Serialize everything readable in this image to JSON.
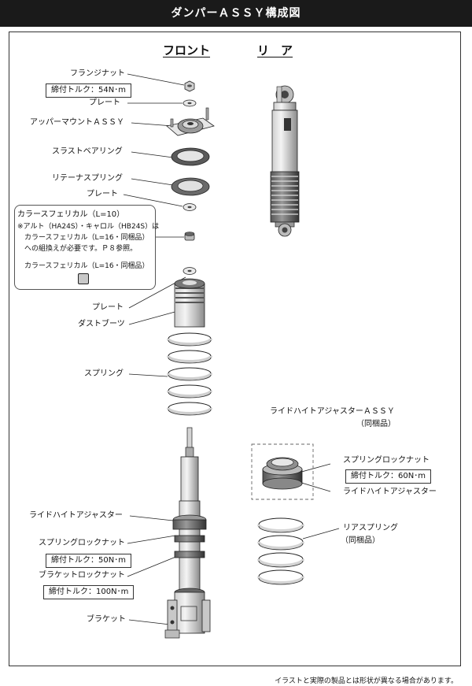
{
  "title": "ダンパーＡＳＳＹ構成図",
  "headings": {
    "front": "フロント",
    "rear": "リ　ア"
  },
  "front_labels": {
    "flange_nut": "フランジナット",
    "flange_nut_torque": "締付トルク：54N･m",
    "plate1": "プレート",
    "upper_mount": "アッパーマウントＡＳＳＹ",
    "thrust_bearing": "スラストベアリング",
    "retainer_spring": "リテーナスプリング",
    "plate2": "プレート",
    "plate3": "プレート",
    "dust_boots": "ダストブーツ",
    "spring": "スプリング",
    "ride_height_adjuster": "ライドハイトアジャスター",
    "spring_lock_nut": "スプリングロックナット",
    "spring_lock_nut_torque": "締付トルク：50N･m",
    "bracket_lock_nut": "ブラケットロックナット",
    "bracket_lock_nut_torque": "締付トルク：100N･m",
    "bracket": "ブラケット"
  },
  "note": {
    "line1": "カラースフェリカル（L=10）",
    "line2": "※アルト（HA24S）・キャロル（HB24S）は",
    "line3": "カラースフェリカル（L=16・同梱品）",
    "line4": "への組換えが必要です。Ｐ８参照。",
    "line5": "カラースフェリカル（L=16・同梱品）"
  },
  "rear_labels": {
    "rh_adjuster_assy": "ライドハイトアジャスターＡＳＳＹ",
    "included1": "（同梱品）",
    "spring_lock_nut": "スプリングロックナット",
    "spring_lock_nut_torque": "締付トルク：60N･m",
    "ride_height_adjuster": "ライドハイトアジャスター",
    "rear_spring": "リアスプリング",
    "included2": "（同梱品）"
  },
  "footer": "イラストと実際の製品とは形状が異なる場合があります。"
}
